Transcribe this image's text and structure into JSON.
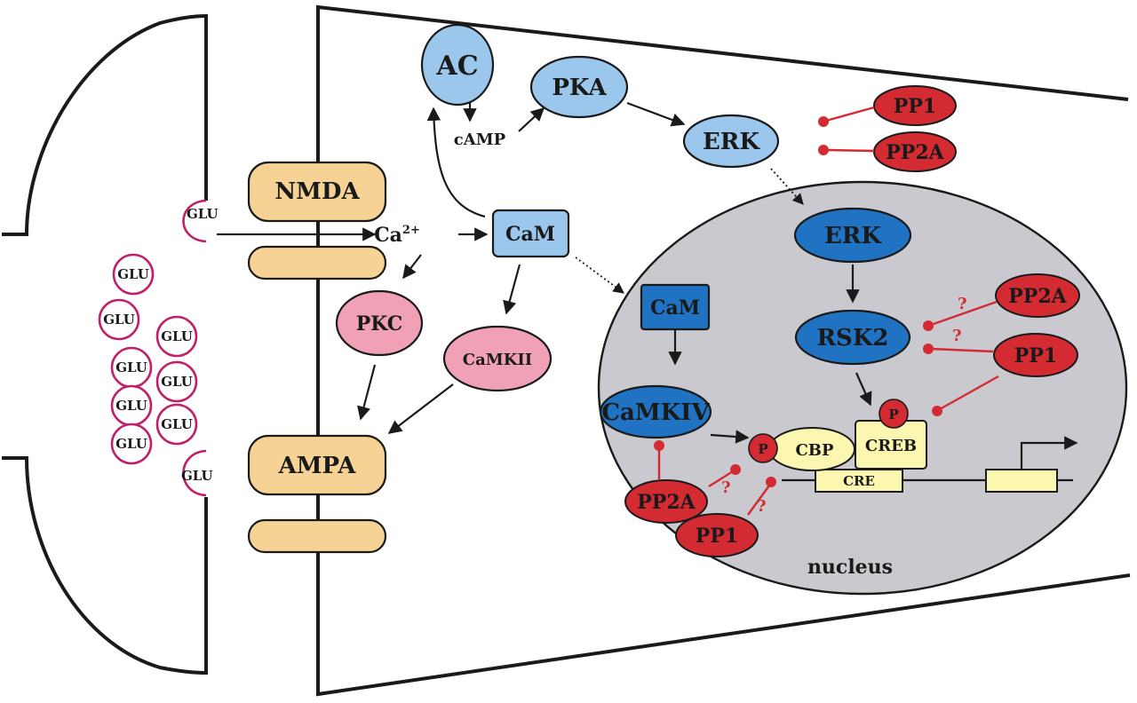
{
  "colors": {
    "light_blue": "#9cc7ec",
    "dark_blue": "#1f73c2",
    "pink": "#f1a1b6",
    "red": "#d42a32",
    "receptor": "#f6d394",
    "dna_box": "#fcf7b0",
    "nucleus": "#c9c9cf",
    "vesicle": "#c0206a"
  },
  "presynaptic": {
    "vesicles": [
      "GLU",
      "GLU",
      "GLU",
      "GLU",
      "GLU",
      "GLU",
      "GLU",
      "GLU"
    ],
    "release_top": "GLU",
    "release_bottom": "GLU"
  },
  "receptors": {
    "nmda": "NMDA",
    "ampa": "AMPA"
  },
  "cytoplasm": {
    "ac": "AC",
    "camp": "cAMP",
    "pka": "PKA",
    "erk": "ERK",
    "pp1": "PP1",
    "pp2a": "PP2A",
    "calcium": "Ca",
    "calcium_charge": "2+",
    "cam": "CaM",
    "pkc": "PKC",
    "camkii": "CaMKII"
  },
  "nucleus": {
    "label": "nucleus",
    "erk": "ERK",
    "rsk2": "RSK2",
    "pp2a_top": "PP2A",
    "pp1_top": "PP1",
    "question_a": "?",
    "question_b": "?",
    "cam": "CaM",
    "camkiv": "CaMKIV",
    "phospho_creb": "P",
    "phospho_cbp": "P",
    "cbp": "CBP",
    "creb": "CREB",
    "cre": "CRE",
    "pp2a_bottom": "PP2A",
    "pp1_bottom": "PP1",
    "question_c": "?",
    "question_d": "?"
  }
}
